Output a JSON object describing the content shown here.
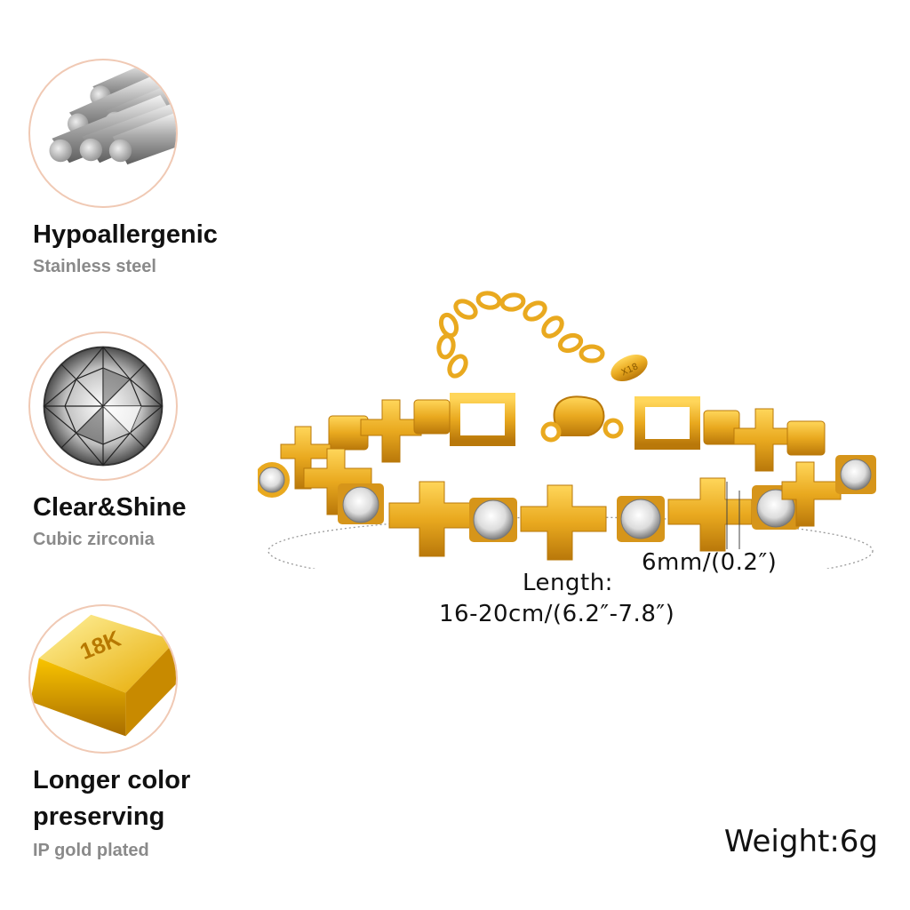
{
  "features": [
    {
      "icon": "steel-rods-icon",
      "title": "Hypoallergenic",
      "subtitle": "Stainless steel"
    },
    {
      "icon": "diamond-gem-icon",
      "title": "Clear&Shine",
      "subtitle": "Cubic zirconia"
    },
    {
      "icon": "gold-bar-icon",
      "icon_text": "18K",
      "title": "Longer color",
      "title_line2": "preserving",
      "subtitle": "IP gold plated"
    }
  ],
  "product": {
    "tag_text": "X18",
    "width_label": "6mm/(0.2″)",
    "length_label": "Length:",
    "length_value": "16-20cm/(6.2″-7.8″)",
    "weight": "Weight:6g"
  },
  "colors": {
    "gold": "#e9a91f",
    "gold_dark": "#b9780a",
    "gold_light": "#ffd65a",
    "circle_border": "#f0c9b4",
    "subtitle_gray": "#8a8a8a"
  }
}
